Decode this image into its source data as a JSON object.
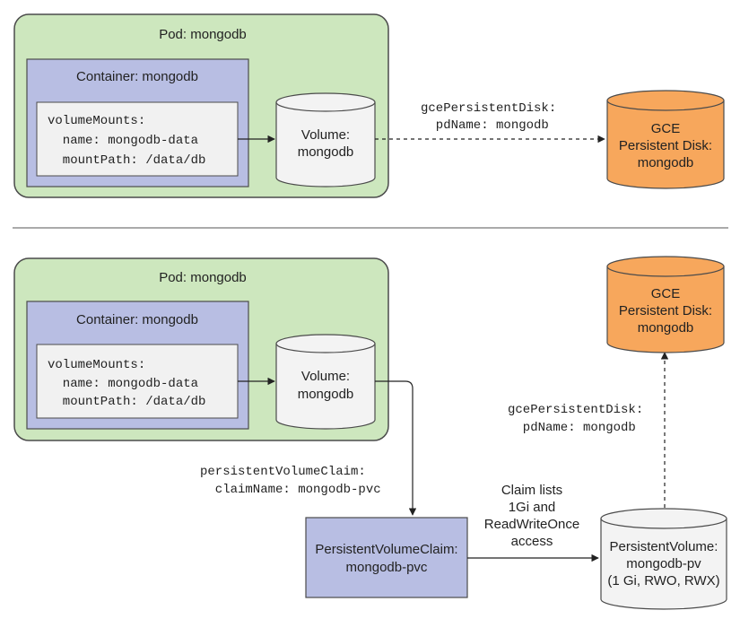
{
  "colors": {
    "pod_fill": "#cde7be",
    "pod_stroke": "#4b4b4b",
    "container_fill": "#b8bee3",
    "code_fill": "#f1f1f1",
    "volume_fill": "#f3f3f3",
    "gce_fill": "#f7a75c",
    "pvc_fill": "#b8bee3",
    "pv_fill": "#f3f3f3",
    "line": "#222222"
  },
  "top": {
    "pod_title": "Pod: mongodb",
    "container_title": "Container: mongodb",
    "code": [
      "volumeMounts:",
      "  name: mongodb-data",
      "  mountPath: /data/db"
    ],
    "volume": [
      "Volume:",
      "mongodb"
    ],
    "link_label": [
      "gcePersistentDisk:",
      "  pdName: mongodb"
    ],
    "gce": [
      "GCE",
      "Persistent Disk:",
      "mongodb"
    ]
  },
  "bottom": {
    "pod_title": "Pod: mongodb",
    "container_title": "Container: mongodb",
    "code": [
      "volumeMounts:",
      "  name: mongodb-data",
      "  mountPath: /data/db"
    ],
    "volume": [
      "Volume:",
      "mongodb"
    ],
    "pvc_ref": [
      "persistentVolumeClaim:",
      "  claimName: mongodb-pvc"
    ],
    "pvc": [
      "PersistentVolumeClaim:",
      "mongodb-pvc"
    ],
    "claim_note": [
      "Claim lists",
      "1Gi and",
      "ReadWriteOnce",
      "access"
    ],
    "pv": [
      "PersistentVolume:",
      "mongodb-pv",
      "(1 Gi, RWO, RWX)"
    ],
    "gce_ref": [
      "gcePersistentDisk:",
      "  pdName: mongodb"
    ],
    "gce": [
      "GCE",
      "Persistent Disk:",
      "mongodb"
    ]
  }
}
